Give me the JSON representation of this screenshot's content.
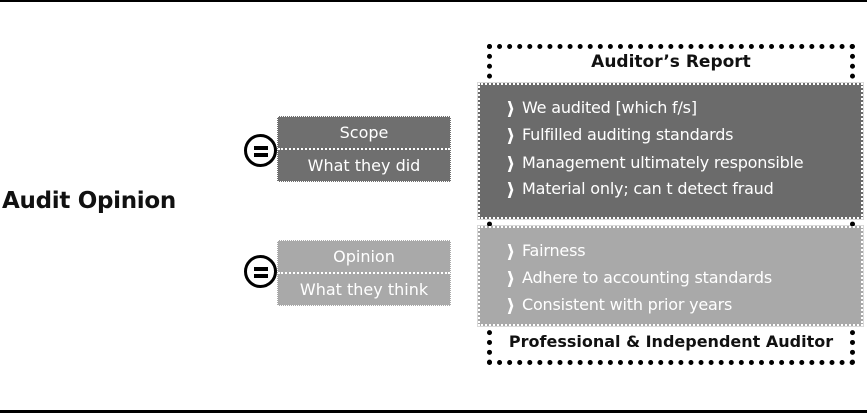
{
  "title": "Audit Opinion",
  "report": {
    "header": "Auditor’s Report",
    "footer": "Professional & Independent Auditor"
  },
  "scope": {
    "label": "Scope",
    "description": "What they did",
    "items": [
      "We audited [which f/s]",
      "Fulfilled auditing standards",
      "Management ultimately responsible",
      "Material only; can t detect fraud"
    ]
  },
  "opinion": {
    "label": "Opinion",
    "description": "What they think",
    "items": [
      "Fairness",
      "Adhere to accounting standards",
      "Consistent with prior years"
    ]
  },
  "colors": {
    "dark_panel": "#6b6b6b",
    "light_panel": "#a9a9a9",
    "text_on_panel": "#ffffff",
    "ink": "#000000"
  },
  "icons": {
    "equals": "equals-circle-icon",
    "bullet": "chevron-right-icon"
  }
}
